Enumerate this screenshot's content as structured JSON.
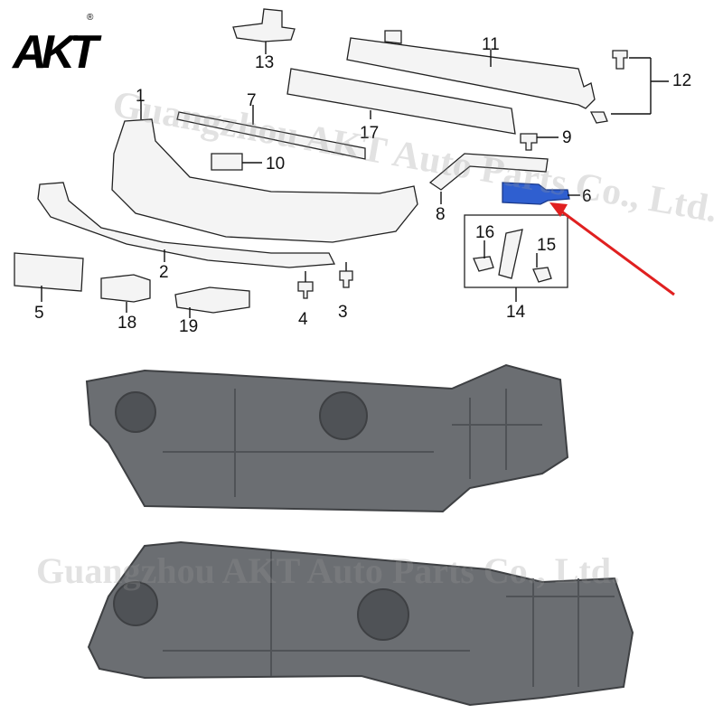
{
  "brand": {
    "logo_text": "AKT",
    "registered_mark": "®"
  },
  "watermark": {
    "text": "Guangzhou AKT Auto Parts Co., Ltd."
  },
  "callouts": {
    "c1": "1",
    "c2": "2",
    "c3": "3",
    "c4": "4",
    "c5": "5",
    "c6": "6",
    "c7": "7",
    "c8": "8",
    "c9": "9",
    "c10": "10",
    "c11": "11",
    "c12": "12",
    "c13": "13",
    "c14": "14",
    "c15": "15",
    "c16": "16",
    "c17": "17",
    "c18": "18",
    "c19": "19"
  },
  "colors": {
    "highlight_part": "#2f5fd0",
    "arrow": "#e02020",
    "bracket_plastic": "#6b6e72"
  }
}
